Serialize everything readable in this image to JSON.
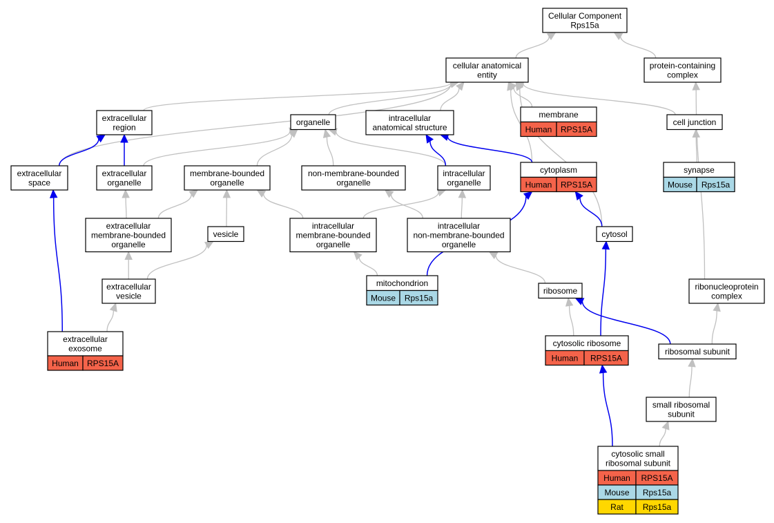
{
  "title": "Cellular Component",
  "colors": {
    "human": "#f4634a",
    "mouse": "#aad8e6",
    "rat": "#ffd700",
    "grey_edge": "#c0c0c0",
    "blue_edge": "#0000ee"
  },
  "nodes": {
    "root": {
      "lines": [
        "Cellular Component",
        "Rps15a"
      ]
    },
    "cae": {
      "lines": [
        "cellular anatomical",
        "entity"
      ]
    },
    "pcc": {
      "lines": [
        "protein-containing",
        "complex"
      ]
    },
    "extracellular_region": {
      "lines": [
        "extracellular",
        "region"
      ]
    },
    "organelle": {
      "lines": [
        "organelle"
      ]
    },
    "intracellular_anatomical_structure": {
      "lines": [
        "intracellular",
        "anatomical structure"
      ]
    },
    "membrane": {
      "lines": [
        "membrane"
      ],
      "rows": [
        [
          "Human",
          "RPS15A"
        ]
      ]
    },
    "cell_junction": {
      "lines": [
        "cell junction"
      ]
    },
    "extracellular_space": {
      "lines": [
        "extracellular",
        "space"
      ]
    },
    "extracellular_organelle": {
      "lines": [
        "extracellular",
        "organelle"
      ]
    },
    "membrane_bounded_organelle": {
      "lines": [
        "membrane-bounded",
        "organelle"
      ]
    },
    "non_membrane_bounded_organelle": {
      "lines": [
        "non-membrane-bounded",
        "organelle"
      ]
    },
    "intracellular_organelle": {
      "lines": [
        "intracellular",
        "organelle"
      ]
    },
    "cytoplasm": {
      "lines": [
        "cytoplasm"
      ],
      "rows": [
        [
          "Human",
          "RPS15A"
        ]
      ]
    },
    "synapse": {
      "lines": [
        "synapse"
      ],
      "rows": [
        [
          "Mouse",
          "Rps15a"
        ]
      ]
    },
    "extracellular_mbo": {
      "lines": [
        "extracellular",
        "membrane-bounded",
        "organelle"
      ]
    },
    "vesicle": {
      "lines": [
        "vesicle"
      ]
    },
    "intracellular_mbo": {
      "lines": [
        "intracellular",
        "membrane-bounded",
        "organelle"
      ]
    },
    "intracellular_nmbo": {
      "lines": [
        "intracellular",
        "non-membrane-bounded",
        "organelle"
      ]
    },
    "cytosol": {
      "lines": [
        "cytosol"
      ]
    },
    "extracellular_vesicle": {
      "lines": [
        "extracellular",
        "vesicle"
      ]
    },
    "mitochondrion": {
      "lines": [
        "mitochondrion"
      ],
      "rows": [
        [
          "Mouse",
          "Rps15a"
        ]
      ]
    },
    "ribosome": {
      "lines": [
        "ribosome"
      ]
    },
    "rnp_complex": {
      "lines": [
        "ribonucleoprotein",
        "complex"
      ]
    },
    "extracellular_exosome": {
      "lines": [
        "extracellular",
        "exosome"
      ],
      "rows": [
        [
          "Human",
          "RPS15A"
        ]
      ]
    },
    "cytosolic_ribosome": {
      "lines": [
        "cytosolic ribosome"
      ],
      "rows": [
        [
          "Human",
          "RPS15A"
        ]
      ]
    },
    "ribosomal_subunit": {
      "lines": [
        "ribosomal subunit"
      ]
    },
    "small_ribosomal_subunit": {
      "lines": [
        "small ribosomal",
        "subunit"
      ]
    },
    "cytosolic_small_ribosomal_subunit": {
      "lines": [
        "cytosolic small",
        "ribosomal subunit"
      ],
      "rows": [
        [
          "Human",
          "RPS15A"
        ],
        [
          "Mouse",
          "Rps15a"
        ],
        [
          "Rat",
          "Rps15a"
        ]
      ]
    }
  },
  "edges": [
    {
      "from": "cae",
      "to": "root",
      "kind": "grey"
    },
    {
      "from": "pcc",
      "to": "root",
      "kind": "grey"
    },
    {
      "from": "extracellular_region",
      "to": "cae",
      "kind": "grey"
    },
    {
      "from": "extracellular_space",
      "to": "cae",
      "kind": "grey"
    },
    {
      "from": "organelle",
      "to": "cae",
      "kind": "grey"
    },
    {
      "from": "intracellular_anatomical_structure",
      "to": "cae",
      "kind": "grey"
    },
    {
      "from": "membrane",
      "to": "cae",
      "kind": "grey"
    },
    {
      "from": "cytoplasm",
      "to": "cae",
      "kind": "grey"
    },
    {
      "from": "cytosol",
      "to": "cae",
      "kind": "grey"
    },
    {
      "from": "cell_junction",
      "to": "cae",
      "kind": "grey"
    },
    {
      "from": "synapse",
      "to": "cell_junction",
      "kind": "grey"
    },
    {
      "from": "rnp_complex",
      "to": "pcc",
      "kind": "grey"
    },
    {
      "from": "extracellular_space",
      "to": "extracellular_region",
      "kind": "blue"
    },
    {
      "from": "extracellular_organelle",
      "to": "extracellular_region",
      "kind": "blue"
    },
    {
      "from": "extracellular_organelle",
      "to": "organelle",
      "kind": "grey"
    },
    {
      "from": "membrane_bounded_organelle",
      "to": "organelle",
      "kind": "grey"
    },
    {
      "from": "non_membrane_bounded_organelle",
      "to": "organelle",
      "kind": "grey"
    },
    {
      "from": "intracellular_organelle",
      "to": "organelle",
      "kind": "grey"
    },
    {
      "from": "intracellular_organelle",
      "to": "intracellular_anatomical_structure",
      "kind": "blue"
    },
    {
      "from": "cytoplasm",
      "to": "intracellular_anatomical_structure",
      "kind": "blue"
    },
    {
      "from": "extracellular_mbo",
      "to": "extracellular_organelle",
      "kind": "grey"
    },
    {
      "from": "extracellular_mbo",
      "to": "membrane_bounded_organelle",
      "kind": "grey"
    },
    {
      "from": "vesicle",
      "to": "membrane_bounded_organelle",
      "kind": "grey"
    },
    {
      "from": "intracellular_mbo",
      "to": "membrane_bounded_organelle",
      "kind": "grey"
    },
    {
      "from": "intracellular_mbo",
      "to": "intracellular_organelle",
      "kind": "grey"
    },
    {
      "from": "intracellular_nmbo",
      "to": "non_membrane_bounded_organelle",
      "kind": "grey"
    },
    {
      "from": "intracellular_nmbo",
      "to": "intracellular_organelle",
      "kind": "grey"
    },
    {
      "from": "cytosol",
      "to": "cytoplasm",
      "kind": "blue"
    },
    {
      "from": "extracellular_vesicle",
      "to": "extracellular_mbo",
      "kind": "grey"
    },
    {
      "from": "extracellular_vesicle",
      "to": "vesicle",
      "kind": "grey"
    },
    {
      "from": "mitochondrion",
      "to": "intracellular_mbo",
      "kind": "grey"
    },
    {
      "from": "mitochondrion",
      "to": "cytoplasm",
      "kind": "blue"
    },
    {
      "from": "ribosome",
      "to": "intracellular_nmbo",
      "kind": "grey"
    },
    {
      "from": "extracellular_exosome",
      "to": "extracellular_vesicle",
      "kind": "grey"
    },
    {
      "from": "extracellular_exosome",
      "to": "extracellular_space",
      "kind": "blue"
    },
    {
      "from": "cytosolic_ribosome",
      "to": "ribosome",
      "kind": "grey"
    },
    {
      "from": "cytosolic_ribosome",
      "to": "cytosol",
      "kind": "blue"
    },
    {
      "from": "ribosomal_subunit",
      "to": "ribosome",
      "kind": "blue"
    },
    {
      "from": "ribosomal_subunit",
      "to": "rnp_complex",
      "kind": "grey"
    },
    {
      "from": "small_ribosomal_subunit",
      "to": "ribosomal_subunit",
      "kind": "grey"
    },
    {
      "from": "cytosolic_small_ribosomal_subunit",
      "to": "small_ribosomal_subunit",
      "kind": "grey"
    },
    {
      "from": "cytosolic_small_ribosomal_subunit",
      "to": "cytosolic_ribosome",
      "kind": "blue"
    }
  ]
}
